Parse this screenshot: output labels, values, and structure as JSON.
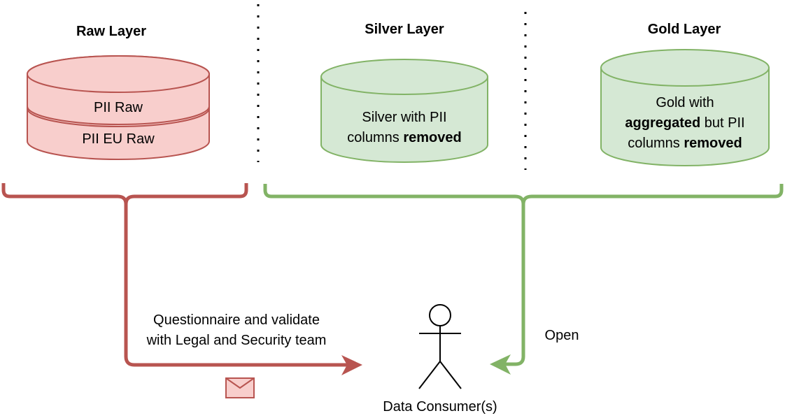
{
  "diagram": {
    "layers": [
      {
        "id": "raw",
        "title": "Raw Layer",
        "tables": [
          "PII Raw",
          "PII EU Raw"
        ],
        "fill": "#f8cecc",
        "stroke": "#b85450"
      },
      {
        "id": "silver",
        "title": "Silver Layer",
        "text_parts": [
          "Silver with PII",
          "columns ",
          "removed"
        ],
        "fill": "#d5e8d4",
        "stroke": "#82b366"
      },
      {
        "id": "gold",
        "title": "Gold Layer",
        "text_parts": [
          "Gold with",
          "aggregated",
          " but PII",
          "columns ",
          "removed"
        ],
        "fill": "#d5e8d4",
        "stroke": "#82b366"
      }
    ],
    "separator_style": "dotted",
    "restricted_path": {
      "label_line1": "Questionnaire and validate",
      "label_line2": "with Legal and Security team",
      "color": "#b85450",
      "icon": "envelope-icon"
    },
    "open_path": {
      "label": "Open",
      "color": "#82b366"
    },
    "actor": {
      "label": "Data Consumer(s)",
      "icon": "stick-figure-icon"
    }
  }
}
